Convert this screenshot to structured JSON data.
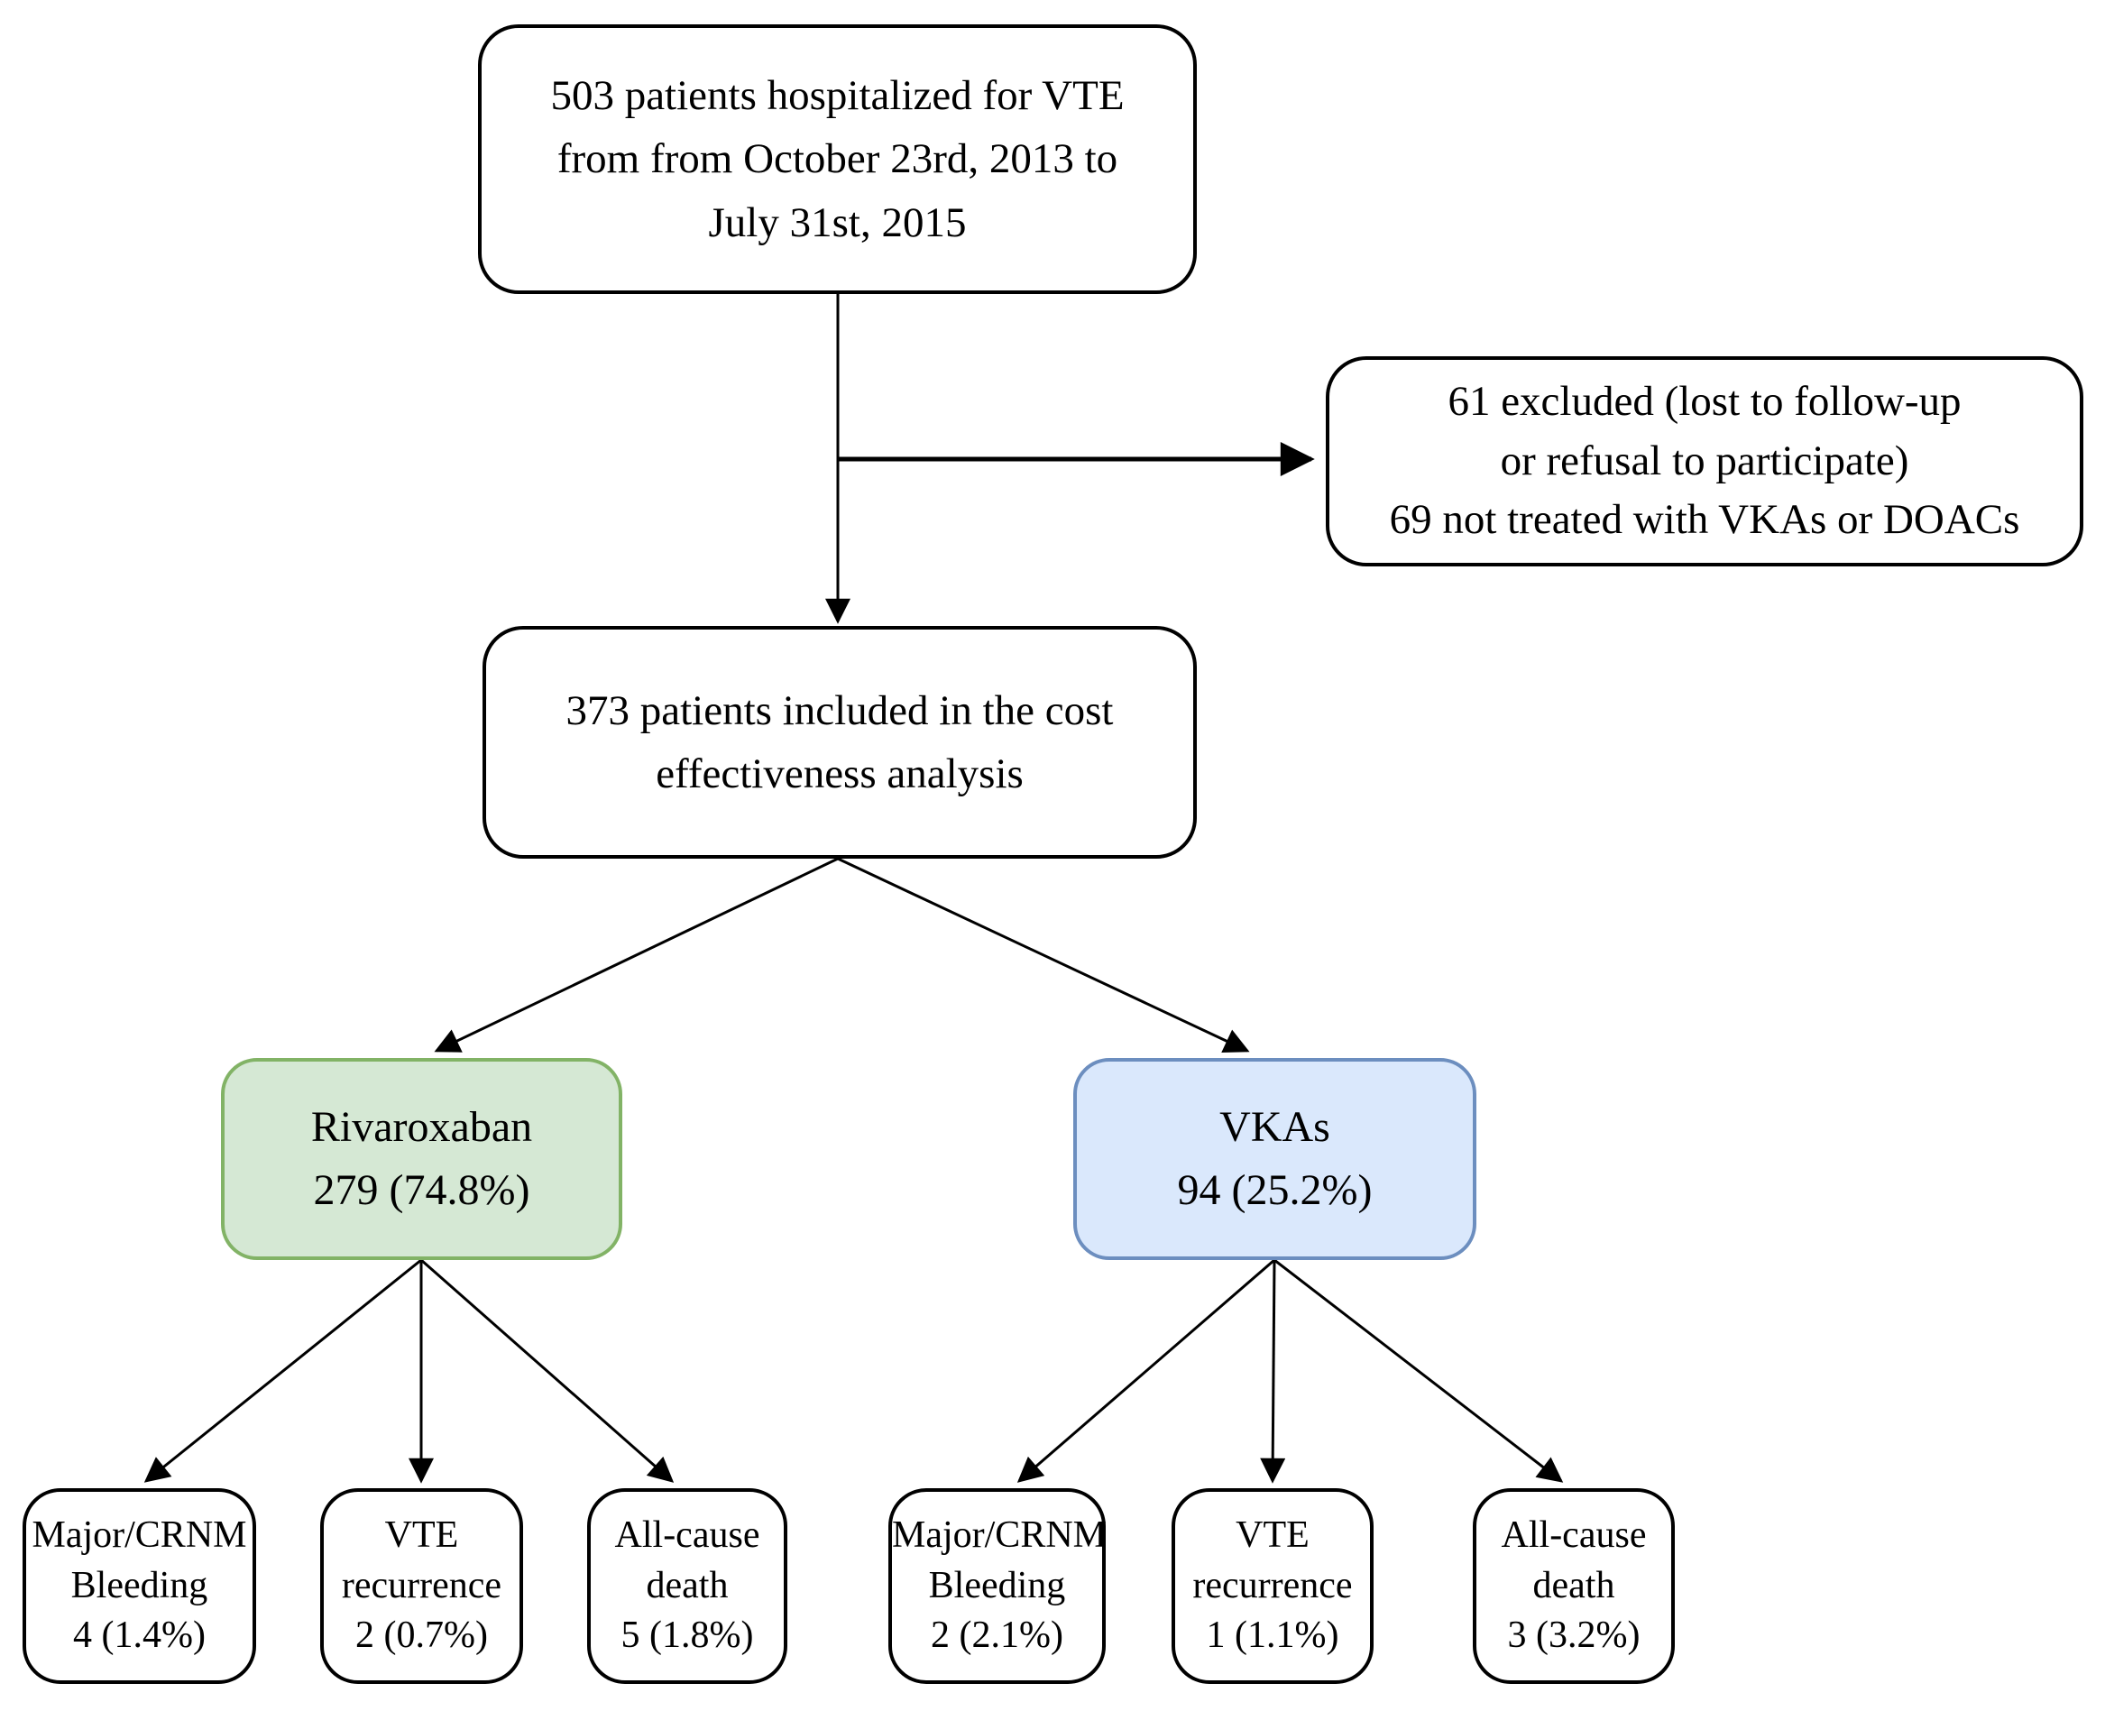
{
  "diagram": {
    "kind": "patient-flow-chart",
    "colors": {
      "rivaroxaban_fill": "#d5e8d4",
      "rivaroxaban_border": "#82b366",
      "vkas_fill": "#dae8fc",
      "vkas_border": "#6c8ebf",
      "line": "#000000",
      "box_border": "#000000",
      "background": "#ffffff"
    }
  },
  "nodes": {
    "enrolled": {
      "text": "503 patients hospitalized for VTE\nfrom from October 23rd, 2013 to\nJuly 31st, 2015"
    },
    "excluded": {
      "text": "61 excluded (lost to follow-up\nor refusal to participate)\n69 not treated with VKAs or DOACs"
    },
    "included": {
      "text": "373 patients included in the cost\neffectiveness analysis"
    },
    "rivaroxaban": {
      "text": "Rivaroxaban\n279 (74.8%)",
      "label": "Rivaroxaban",
      "value": "279 (74.8%)",
      "fill": "#d5e8d4",
      "border": "#82b366"
    },
    "vkas": {
      "text": "VKAs\n94 (25.2%)",
      "label": "VKAs",
      "value": "94 (25.2%)",
      "fill": "#dae8fc",
      "border": "#6c8ebf"
    },
    "riva_bleeding": {
      "text": "Major/CRNM\nBleeding\n4 (1.4%)"
    },
    "riva_recurrence": {
      "text": "VTE\nrecurrence\n2 (0.7%)"
    },
    "riva_death": {
      "text": "All-cause\ndeath\n5 (1.8%)"
    },
    "vkas_bleeding": {
      "text": "Major/CRNM\nBleeding\n2 (2.1%)"
    },
    "vkas_recurrence": {
      "text": "VTE\nrecurrence\n1 (1.1%)"
    },
    "vkas_death": {
      "text": "All-cause\ndeath\n3 (3.2%)"
    }
  },
  "edges": [
    {
      "from": "enrolled",
      "to": "included"
    },
    {
      "from": "enrolled",
      "to": "excluded"
    },
    {
      "from": "included",
      "to": "rivaroxaban"
    },
    {
      "from": "included",
      "to": "vkas"
    },
    {
      "from": "rivaroxaban",
      "to": "riva_bleeding"
    },
    {
      "from": "rivaroxaban",
      "to": "riva_recurrence"
    },
    {
      "from": "rivaroxaban",
      "to": "riva_death"
    },
    {
      "from": "vkas",
      "to": "vkas_bleeding"
    },
    {
      "from": "vkas",
      "to": "vkas_recurrence"
    },
    {
      "from": "vkas",
      "to": "vkas_death"
    }
  ]
}
